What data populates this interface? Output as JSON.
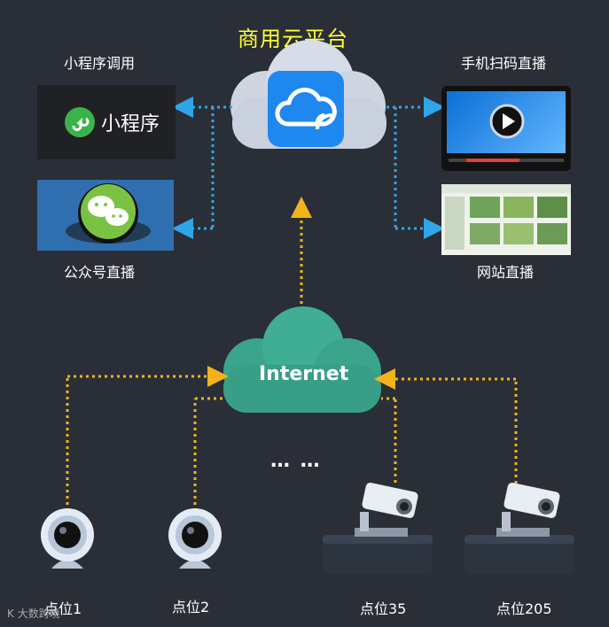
{
  "title": "商用云平台",
  "labels": {
    "miniprogram_call": "小程序调用",
    "mobile_scan_live": "手机扫码直播",
    "official_account_live": "公众号直播",
    "website_live": "网站直播",
    "miniprogram_logo_text": "小程序",
    "internet": "Internet",
    "ellipsis": "… …"
  },
  "points": [
    "点位1",
    "点位2",
    "点位35",
    "点位205"
  ],
  "watermark": "大数跨境",
  "colors": {
    "background": "#2a2e37",
    "title": "#ffff33",
    "cloud_top": "#d4dbe6",
    "app_icon": "#1e88f0",
    "internet_cloud": "#3aa58b",
    "blue_link": "#2fa6e8",
    "yellow_link": "#f2b41a"
  },
  "icons": [
    "cloud-signal-icon",
    "miniprogram-icon",
    "wechat-icon",
    "play-icon",
    "webcam-icon",
    "cctv-camera-icon"
  ]
}
